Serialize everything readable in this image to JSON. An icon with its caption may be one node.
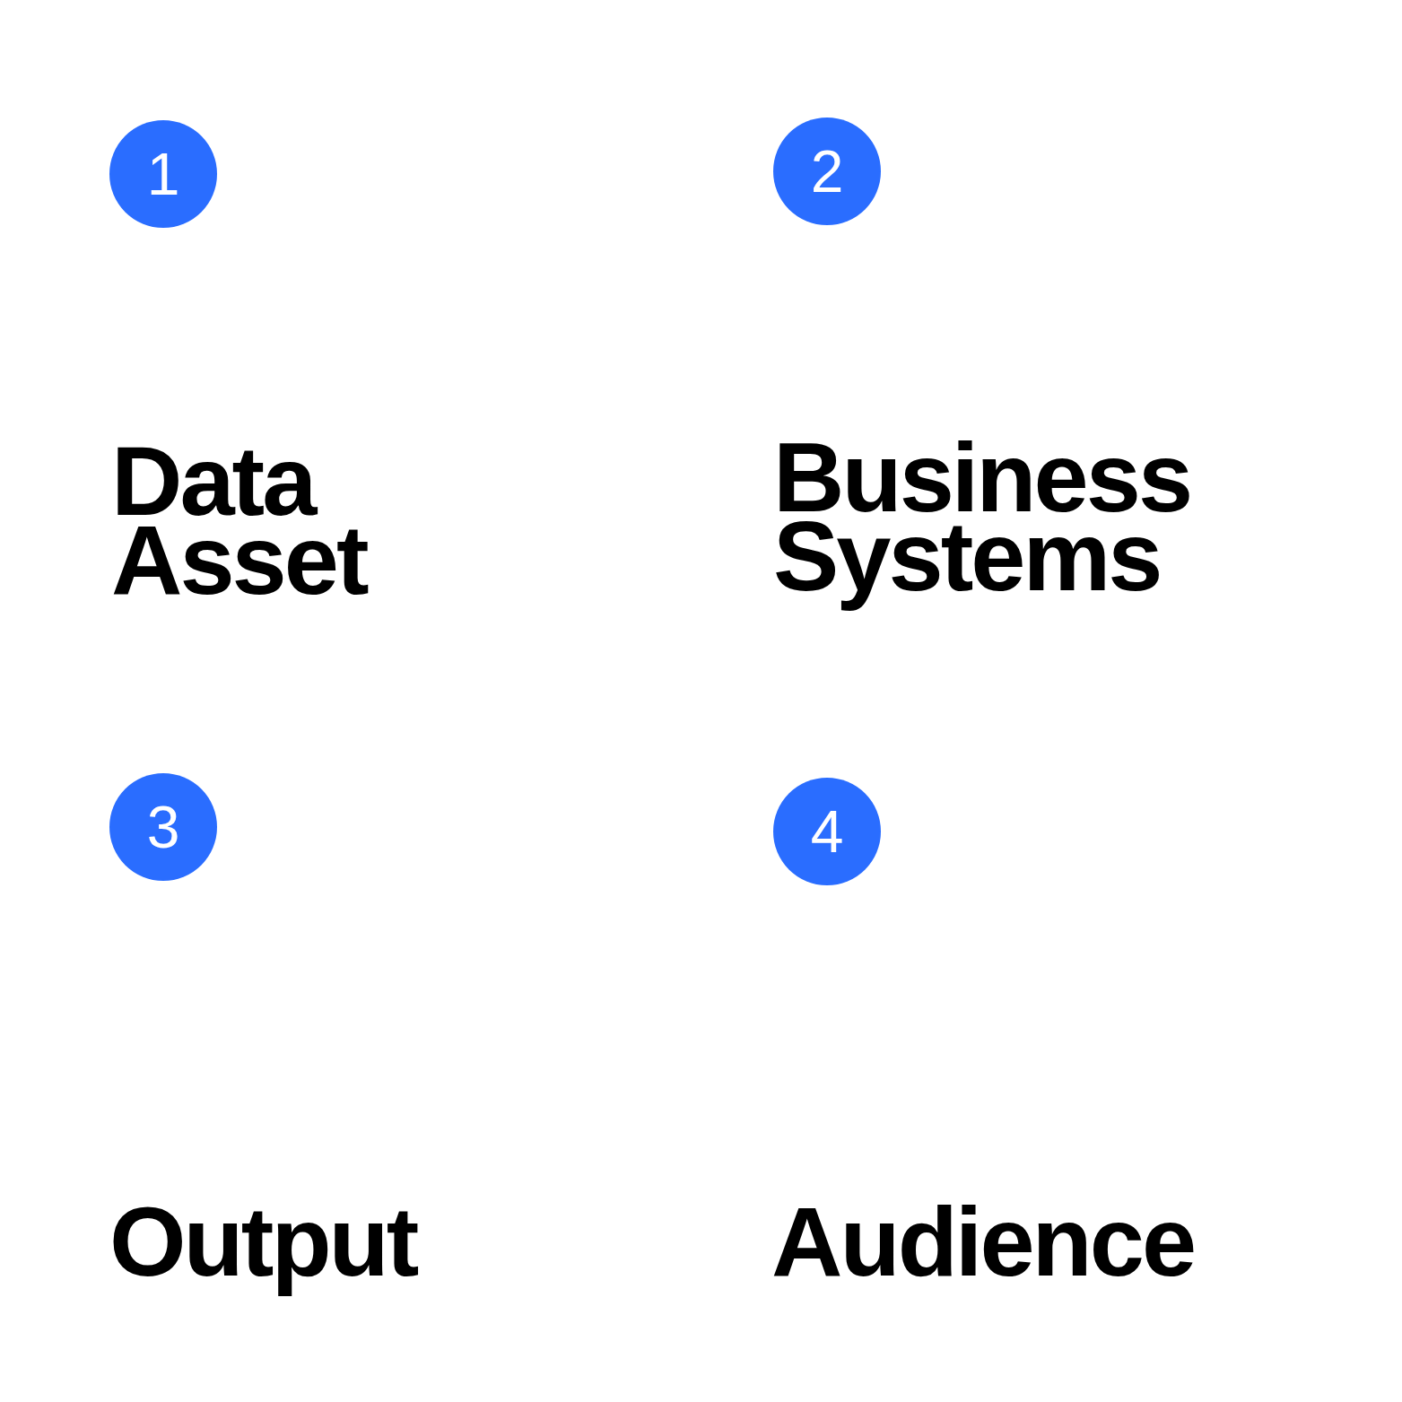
{
  "diagram": {
    "nodes": [
      {
        "text": [
          "1"
        ],
        "beside": [
          "Data Asset"
        ]
      },
      {
        "text": [
          "2"
        ],
        "beside": [
          "Business Systems"
        ]
      },
      {
        "text": [
          "3"
        ],
        "beside": [
          "Output"
        ]
      },
      {
        "text": [
          "4"
        ],
        "beside": [
          "Audience"
        ]
      }
    ]
  }
}
